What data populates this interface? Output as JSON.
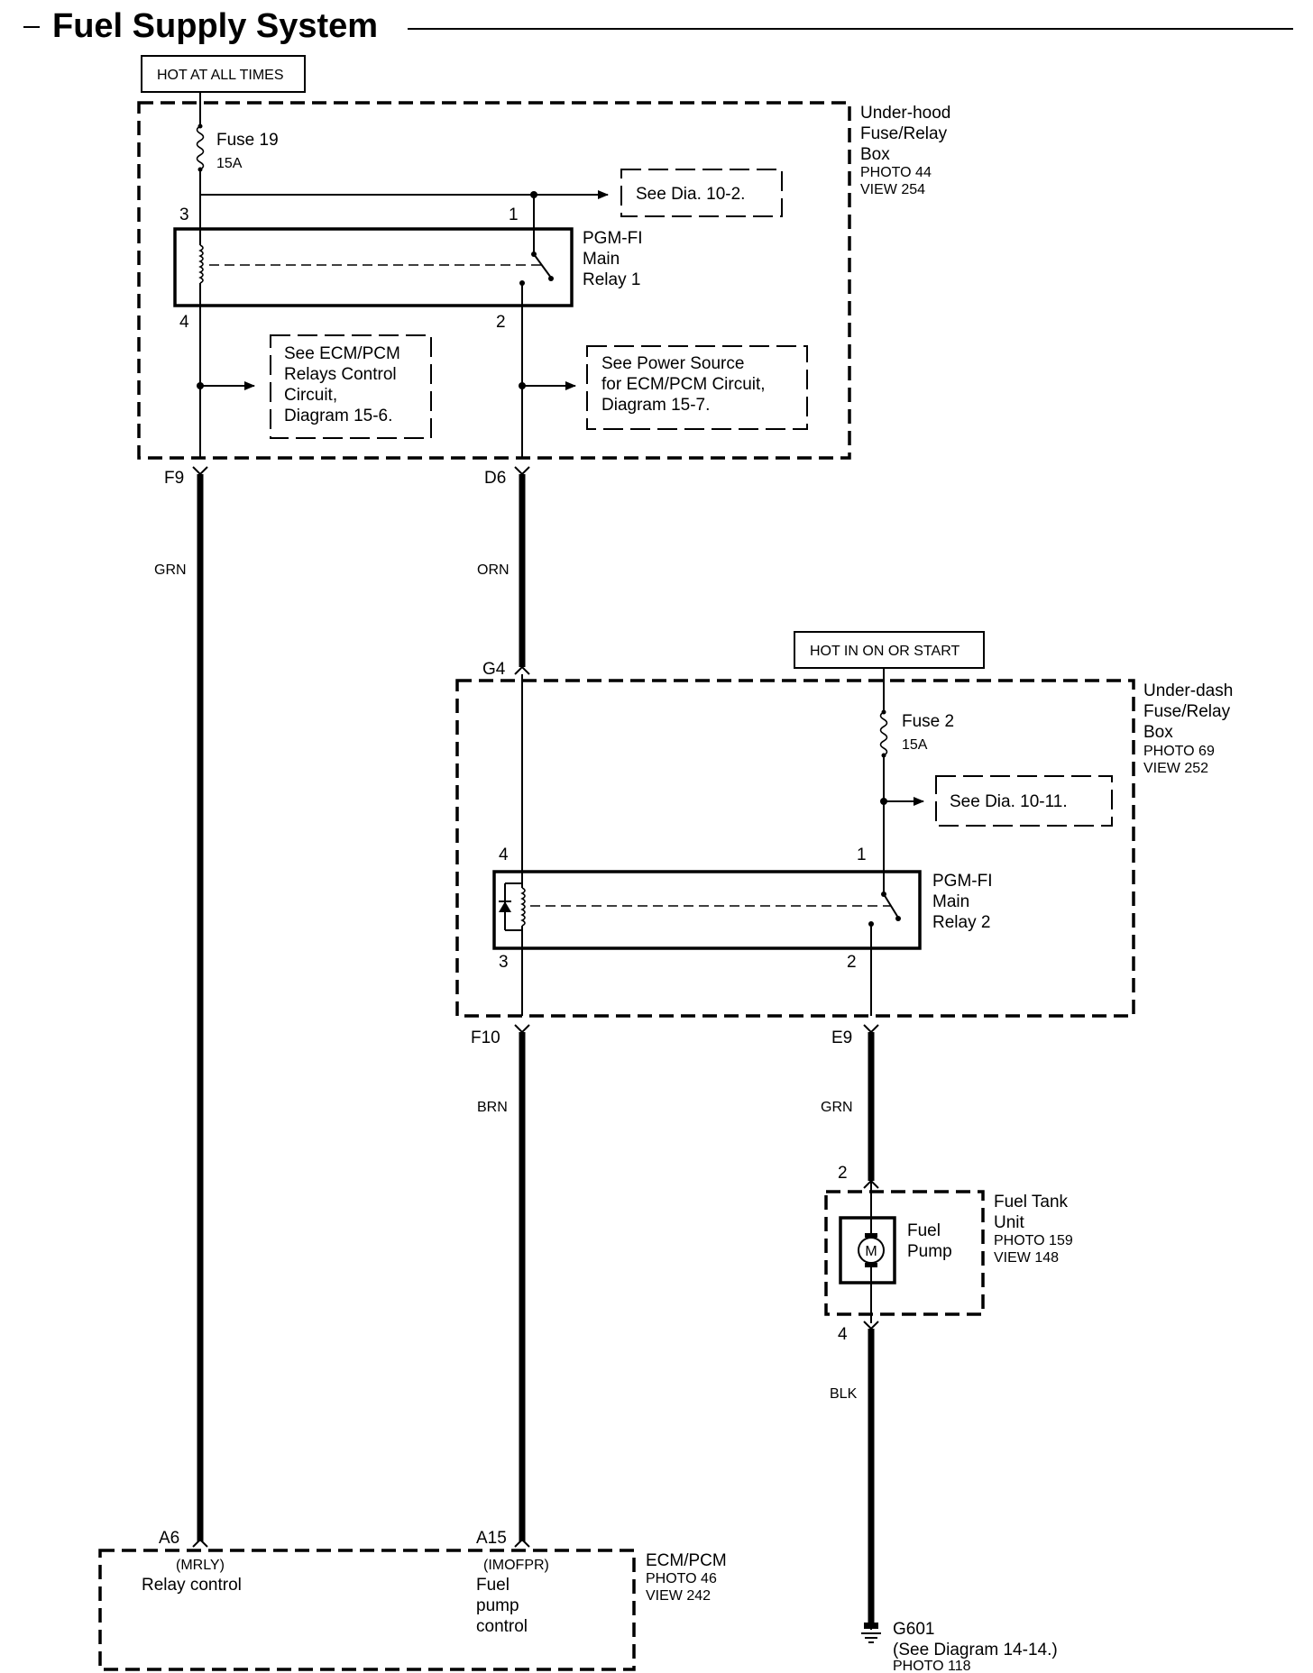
{
  "title": "Fuel Supply System",
  "power_labels": {
    "hot_at_all_times": "HOT AT ALL TIMES",
    "hot_in_on_or_start": "HOT IN ON OR START"
  },
  "underhood_box": {
    "name_line1": "Under-hood",
    "name_line2": "Fuse/Relay",
    "name_line3": "Box",
    "photo": "PHOTO 44",
    "view": "VIEW 254",
    "fuse_name": "Fuse 19",
    "fuse_rating": "15A",
    "see_ref": "See Dia. 10-2.",
    "relay_line1": "PGM-FI",
    "relay_line2": "Main",
    "relay_line3": "Relay 1",
    "pin_coil_in": "3",
    "pin_switch_in": "1",
    "pin_coil_out": "4",
    "pin_switch_out": "2",
    "ref_left_1": "See ECM/PCM",
    "ref_left_2": "Relays Control",
    "ref_left_3": "Circuit,",
    "ref_left_4": "Diagram 15-6.",
    "ref_right_1": "See Power Source",
    "ref_right_2": "for ECM/PCM Circuit,",
    "ref_right_3": "Diagram 15-7."
  },
  "connectors": {
    "f9": "F9",
    "d6": "D6",
    "g4": "G4",
    "f10": "F10",
    "e9": "E9",
    "a6": "A6",
    "a15": "A15"
  },
  "wire_colors": {
    "left": "GRN",
    "middle_upper": "ORN",
    "middle_lower": "BRN",
    "right_upper": "GRN",
    "right_lower": "BLK"
  },
  "underdash_box": {
    "name_line1": "Under-dash",
    "name_line2": "Fuse/Relay",
    "name_line3": "Box",
    "photo": "PHOTO 69",
    "view": "VIEW 252",
    "fuse_name": "Fuse 2",
    "fuse_rating": "15A",
    "see_ref": "See Dia. 10-11.",
    "relay_line1": "PGM-FI",
    "relay_line2": "Main",
    "relay_line3": "Relay 2",
    "pin_coil_in": "4",
    "pin_switch_in": "1",
    "pin_coil_out": "3",
    "pin_switch_out": "2"
  },
  "fuel_tank": {
    "name_line1": "Fuel Tank",
    "name_line2": "Unit",
    "photo": "PHOTO 159",
    "view": "VIEW 148",
    "pump_line1": "Fuel",
    "pump_line2": "Pump",
    "motor_symbol": "M",
    "pin_top": "2",
    "pin_bottom": "4"
  },
  "ecm": {
    "name": "ECM/PCM",
    "photo": "PHOTO 46",
    "view": "VIEW 242",
    "relay_ctrl_code": "(MRLY)",
    "relay_ctrl_label": "Relay control",
    "pump_ctrl_code": "(IMOFPR)",
    "pump_ctrl_line1": "Fuel",
    "pump_ctrl_line2": "pump",
    "pump_ctrl_line3": "control"
  },
  "ground": {
    "name": "G601",
    "note": "(See Diagram 14-14.)",
    "photo": "PHOTO 118"
  },
  "icons": [
    "fuse-icon",
    "relay-coil-icon",
    "relay-switch-icon",
    "diode-icon",
    "motor-icon",
    "ground-icon",
    "arrow-right-icon",
    "arrow-left-icon",
    "splice-dot-icon"
  ]
}
